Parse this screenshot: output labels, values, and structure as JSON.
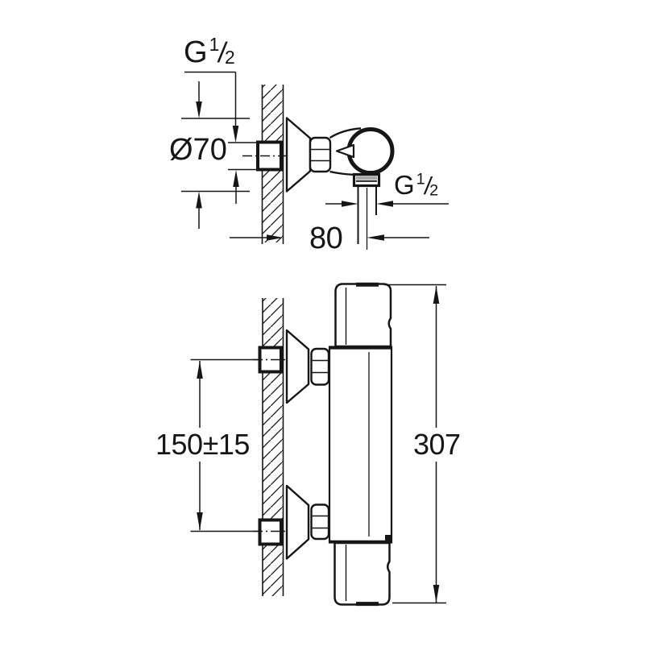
{
  "figure": {
    "type": "technical-drawing"
  },
  "colors": {
    "line": "#161616",
    "background": "#ffffff",
    "nut_shade": "#a8a8a8"
  },
  "top_view": {
    "labels": {
      "supply_thread": {
        "base": "G",
        "numerator": "1",
        "denominator": "2"
      },
      "escutcheon_diameter": "Ø70",
      "outlet_thread": {
        "base": "G",
        "numerator": "1",
        "denominator": "2"
      },
      "wall_to_outlet_center": "80"
    }
  },
  "bottom_view": {
    "labels": {
      "supply_spacing": "150±15",
      "overall_height": "307"
    }
  }
}
